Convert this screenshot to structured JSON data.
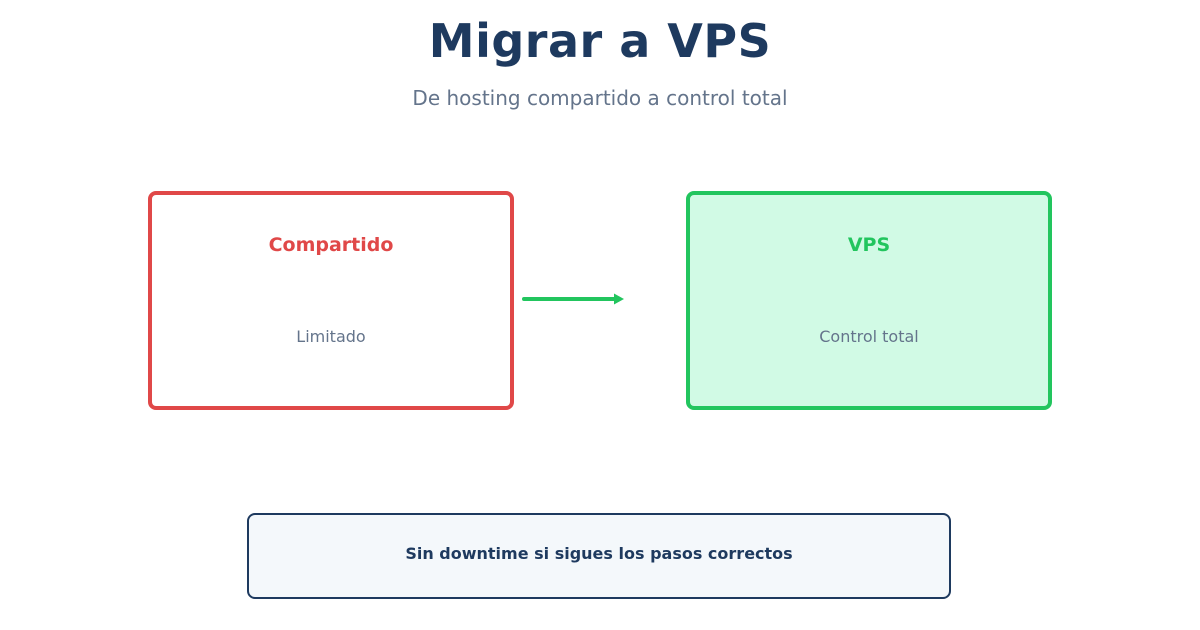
{
  "header": {
    "title": "Migrar a VPS",
    "subtitle": "De hosting compartido a control total"
  },
  "from_box": {
    "title": "Compartido",
    "description": "Limitado",
    "color": "#e04848"
  },
  "to_box": {
    "title": "VPS",
    "description": "Control total",
    "color": "#22c55e",
    "fill": "#d1fae5"
  },
  "arrow": {
    "icon": "arrow-right-icon",
    "color": "#22c55e"
  },
  "note": {
    "text": "Sin downtime si sigues los pasos correctos"
  }
}
